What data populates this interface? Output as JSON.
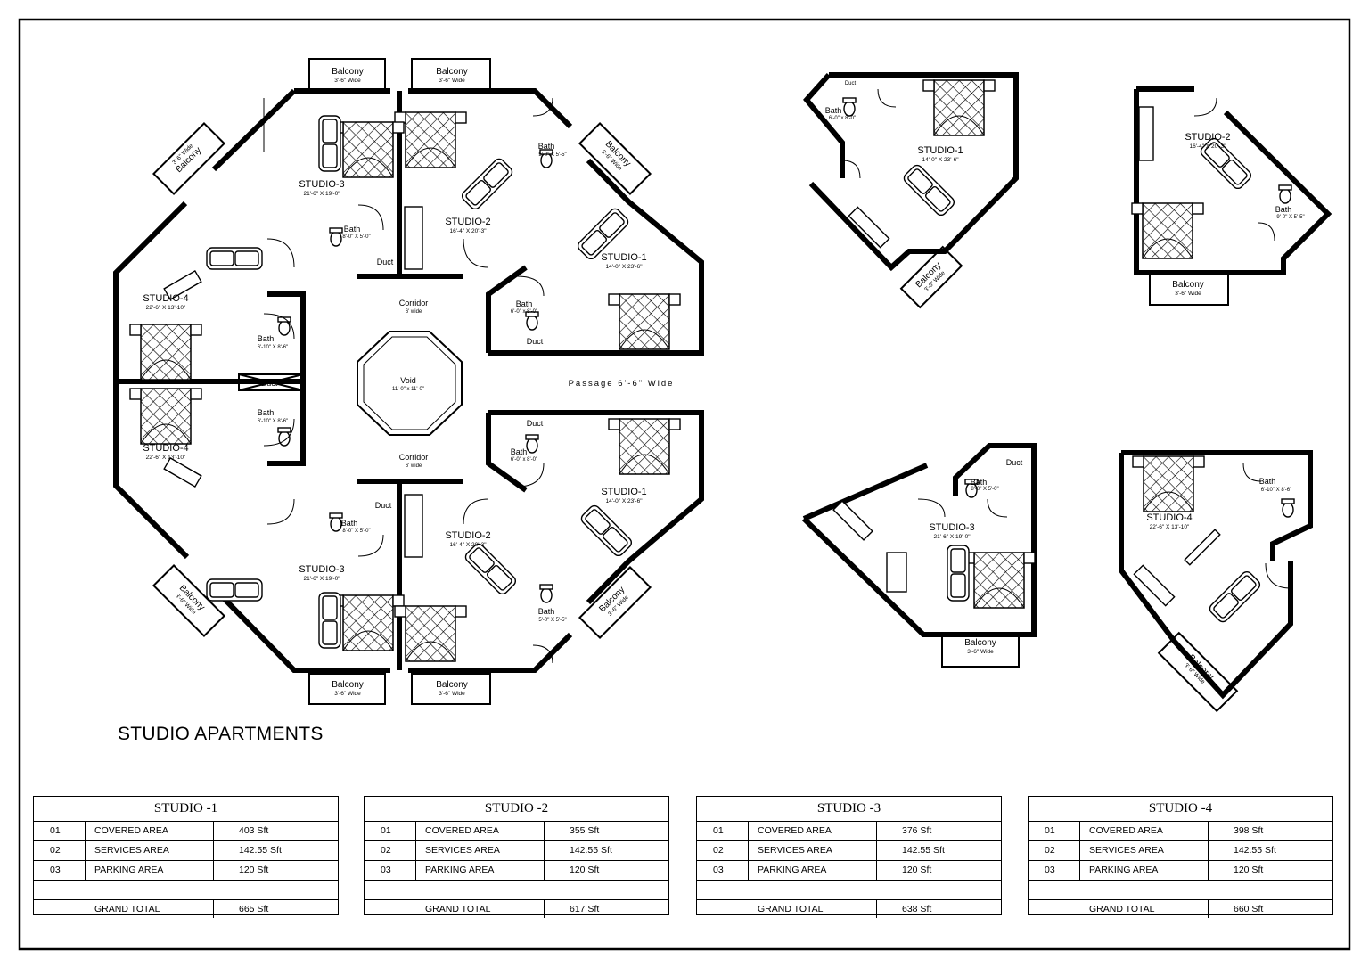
{
  "drawing_title": "STUDIO APARTMENTS",
  "labels": {
    "corridor": "Corridor",
    "corridor_width": "6' wide",
    "void": "Void",
    "void_dim": "11'-0\" x 11'-0\"",
    "passage": "Passage 6'-6\" Wide",
    "duct": "Duct",
    "bath": "Bath",
    "balcony": "Balcony",
    "balcony_width": "3'-6\" Wide"
  },
  "studios": {
    "s1": {
      "name": "STUDIO-1",
      "dim": "14'-0\" X 23'-6\"",
      "bath_dim": "6'-0\" x 8'-0\""
    },
    "s2": {
      "name": "STUDIO-2",
      "dim": "16'-4\" X 20'-3\"",
      "bath_dim": "5'-0\" X 5'-5\""
    },
    "s2_detail_bath_dim": "9'-0\" X 5'-5\"",
    "s3": {
      "name": "STUDIO-3",
      "dim": "21'-6\" X 19'-0\"",
      "bath_dim": "8'-0\" X 5'-0\""
    },
    "s4": {
      "name": "STUDIO-4",
      "dim": "22'-6\" X 13'-10\"",
      "bath_dim": "6'-10\" X 8'-6\""
    }
  },
  "area_tables": [
    {
      "title": "STUDIO -1",
      "rows": [
        {
          "no": "01",
          "item": "COVERED AREA",
          "value": "403 Sft"
        },
        {
          "no": "02",
          "item": "SERVICES AREA",
          "value": "142.55 Sft"
        },
        {
          "no": "03",
          "item": "PARKING AREA",
          "value": "120 Sft"
        }
      ],
      "total_label": "GRAND TOTAL",
      "total_value": "665 Sft"
    },
    {
      "title": "STUDIO -2",
      "rows": [
        {
          "no": "01",
          "item": "COVERED AREA",
          "value": "355 Sft"
        },
        {
          "no": "02",
          "item": "SERVICES AREA",
          "value": "142.55 Sft"
        },
        {
          "no": "03",
          "item": "PARKING AREA",
          "value": "120 Sft"
        }
      ],
      "total_label": "GRAND TOTAL",
      "total_value": "617 Sft"
    },
    {
      "title": "STUDIO -3",
      "rows": [
        {
          "no": "01",
          "item": "COVERED AREA",
          "value": "376 Sft"
        },
        {
          "no": "02",
          "item": "SERVICES AREA",
          "value": "142.55 Sft"
        },
        {
          "no": "03",
          "item": "PARKING AREA",
          "value": "120 Sft"
        }
      ],
      "total_label": "GRAND TOTAL",
      "total_value": "638 Sft"
    },
    {
      "title": "STUDIO -4",
      "rows": [
        {
          "no": "01",
          "item": "COVERED AREA",
          "value": "398 Sft"
        },
        {
          "no": "02",
          "item": "SERVICES AREA",
          "value": "142.55 Sft"
        },
        {
          "no": "03",
          "item": "PARKING AREA",
          "value": "120 Sft"
        }
      ],
      "total_label": "GRAND TOTAL",
      "total_value": "660 Sft"
    }
  ]
}
